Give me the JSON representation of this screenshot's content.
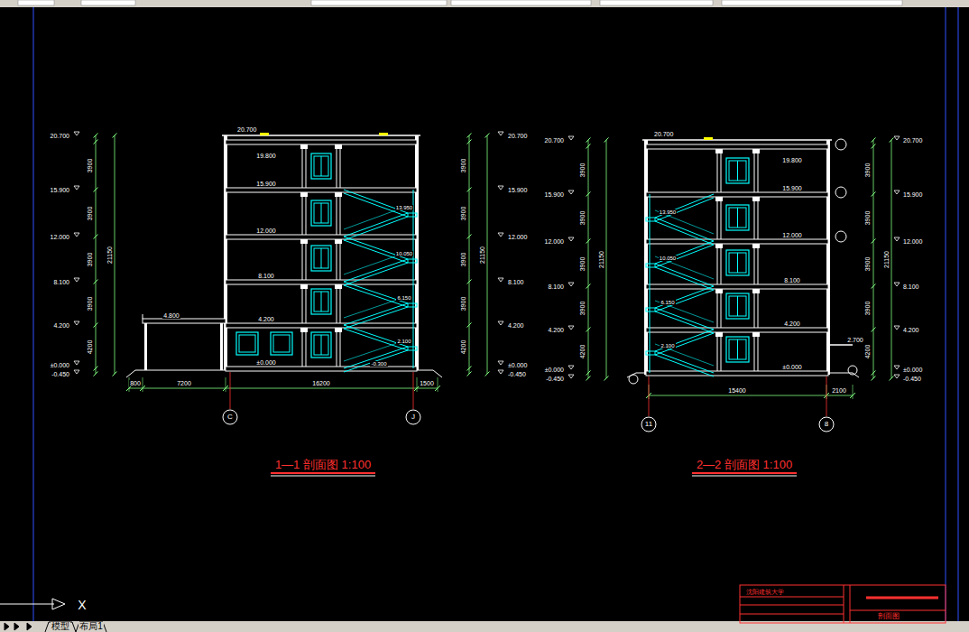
{
  "diagram": {
    "labels": [
      "20.700",
      "15.900",
      "12.000",
      "8.100",
      "4.200",
      "±0.000",
      "-0.450",
      "20.700",
      "15.900",
      "12.000",
      "8.100",
      "4.200",
      "±0.000",
      "-0.450",
      "3900",
      "3900",
      "3900",
      "3900",
      "4200",
      "21150",
      "3900",
      "3900",
      "3900",
      "3900",
      "4200",
      "21150",
      "20.700",
      "19.800",
      "15.900",
      "12.000",
      "8.100",
      "4.200",
      "±0.000",
      "13.950",
      "10.050",
      "6.150",
      "2.100",
      "-0.300",
      "4.800",
      "800",
      "7200",
      "16200",
      "1500",
      "C",
      "J",
      "20.700",
      "15.900",
      "12.000",
      "8.100",
      "4.200",
      "±0.000",
      "-0.450",
      "20.700",
      "15.900",
      "12.000",
      "8.100",
      "4.200",
      "±0.000",
      "-0.450",
      "3900",
      "3900",
      "3900",
      "3900",
      "4200",
      "21150",
      "3900",
      "3900",
      "3900",
      "3900",
      "4200",
      "21150",
      "20.700",
      "19.800",
      "15.900",
      "12.000",
      "8.100",
      "4.200",
      "±0.000",
      "13.950",
      "10.050",
      "6.150",
      "2.100",
      "2.700",
      "15400",
      "2100",
      "11",
      "8",
      "1—1 剖面图 1:100",
      "2—2 剖面图 1:100",
      "沈阳建筑大学",
      "剖面图",
      "模型",
      "布局1",
      "X"
    ]
  }
}
